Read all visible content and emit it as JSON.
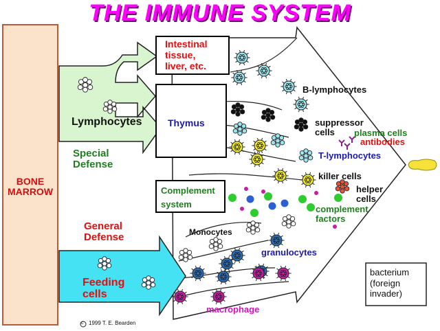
{
  "title": "THE IMMUNE SYSTEM",
  "bone_marrow": "BONE\nMARROW",
  "lymphocytes": "Lymphocytes",
  "special_defense": "Special\nDefense",
  "general_defense": "General\nDefense",
  "feeding_cells": "Feeding\ncells",
  "intestinal": "Intestinal\ntissue,\nliver, etc.",
  "thymus": "Thymus",
  "complement_system": "Complement\nsystem",
  "b_lymphocytes": "B-lymphocytes",
  "suppressor_cells": "suppressor\ncells",
  "plasma_cells": "plasma cells",
  "antibodies": "antibodies",
  "t_lymphocytes": "T-lymphocytes",
  "killer_cells": "killer cells",
  "helper_cells": "helper\ncells",
  "complement_factors": "complement\nfactors",
  "monocytes": "Monocytes",
  "granulocytes": "granulocytes",
  "macrophage": "macrophage",
  "bacterium": "bacterium\n(foreign\n invader)",
  "copyright": "1999 T. E. Bearden",
  "colors": {
    "title": "#ff00ff",
    "bone_marrow_fill": "#fbe3cb",
    "bone_marrow_border": "#b85a3a",
    "special_arrow": "#d9f5d0",
    "general_arrow": "#44e2f2",
    "red_text": "#e01010",
    "green_text": "#1f7f1f",
    "blue_text": "#1a1ab0",
    "magenta_text": "#d016b8",
    "cyan_cell": "#9ee6ef",
    "yellow_cell": "#f4ef1c",
    "navy_cell": "#2b6eb8",
    "magenta_cell": "#c81ca6",
    "green_dot": "#2ecc2e",
    "blue_dot": "#2a5fd6",
    "bacterium": "#f6e23a"
  }
}
